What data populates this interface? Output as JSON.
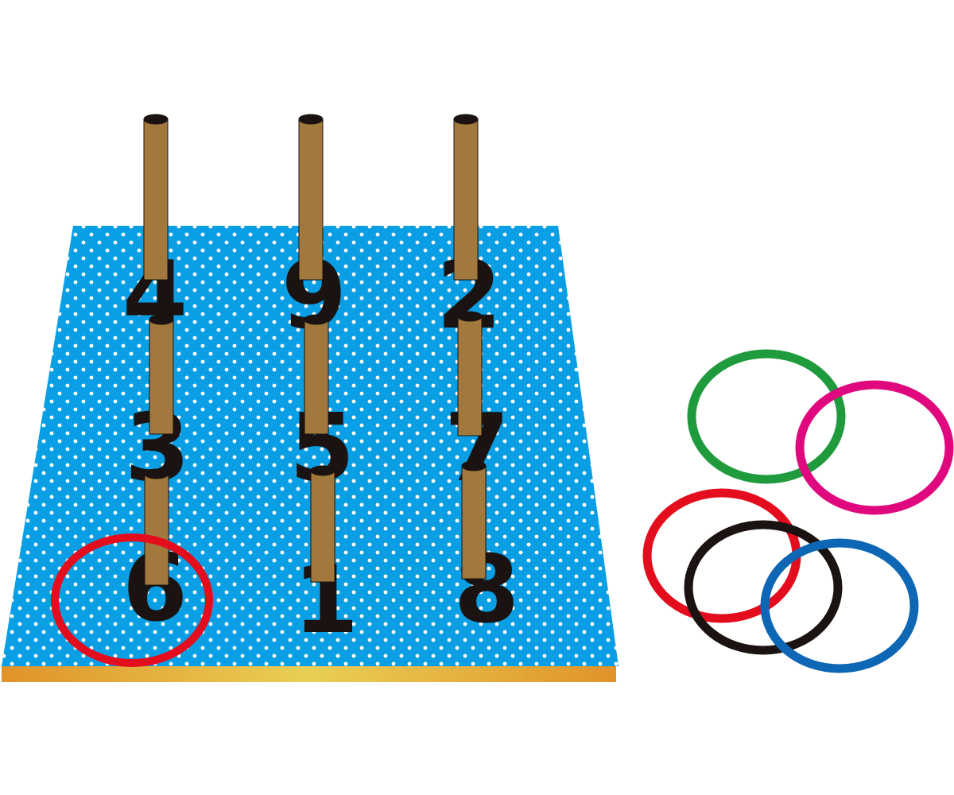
{
  "board": {
    "numbers": [
      "4",
      "9",
      "2",
      "3",
      "5",
      "7",
      "6",
      "1",
      "8"
    ]
  },
  "colors": {
    "board_blue": "#0a9fe4",
    "dot_white": "#ffffff",
    "base_edge_gold": "#e2a232",
    "peg_brown": "#a2783c",
    "peg_top": "#1a1311",
    "number_black": "#1a1311"
  },
  "rings": [
    {
      "name": "green-ring",
      "color": "#1f9a3c"
    },
    {
      "name": "magenta-ring",
      "color": "#e0087e"
    },
    {
      "name": "red-ring",
      "color": "#e30d1d"
    },
    {
      "name": "black-ring",
      "color": "#1a1311"
    },
    {
      "name": "blue-ring",
      "color": "#0e67b4"
    },
    {
      "name": "red-ring-on-peg",
      "color": "#e30d1d"
    }
  ]
}
